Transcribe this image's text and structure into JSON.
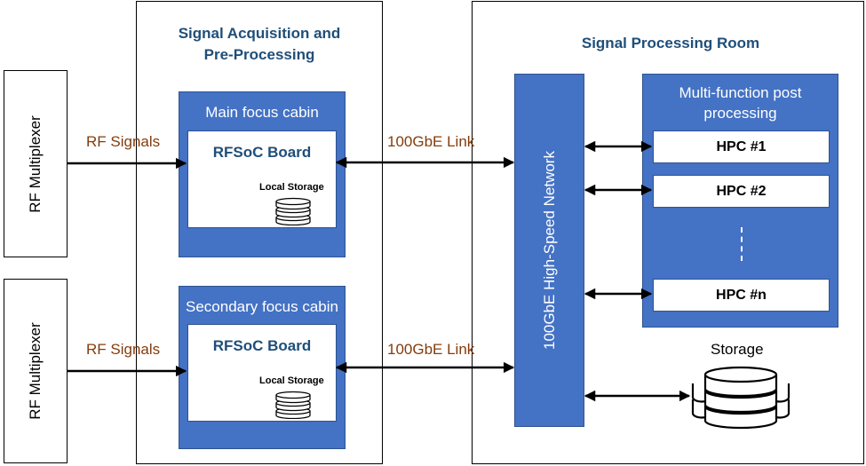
{
  "rf_mux_1": "RF Multiplexer",
  "rf_mux_2": "RF Multiplexer",
  "rf_signals_1": "RF Signals",
  "rf_signals_2": "RF Signals",
  "acquisition_title": "Signal Acquisition and Pre-Processing",
  "main_cabin": "Main focus cabin",
  "secondary_cabin": "Secondary focus cabin",
  "board_1": "RFSoC Board",
  "board_2": "RFSoC Board",
  "local_storage_1": "Local Storage",
  "local_storage_2": "Local Storage",
  "link_1": "100GbE Link",
  "link_2": "100GbE Link",
  "processing_title": "Signal Processing Room",
  "network": "100GbE High-Speed Network",
  "post_processing": "Multi-function post processing",
  "hpc_1": "HPC #1",
  "hpc_2": "HPC #2",
  "hpc_n": "HPC #n",
  "storage": "Storage",
  "colors": {
    "box_blue": "#4472c4",
    "title_blue": "#1f4e79",
    "label_brown": "#843c0c"
  }
}
